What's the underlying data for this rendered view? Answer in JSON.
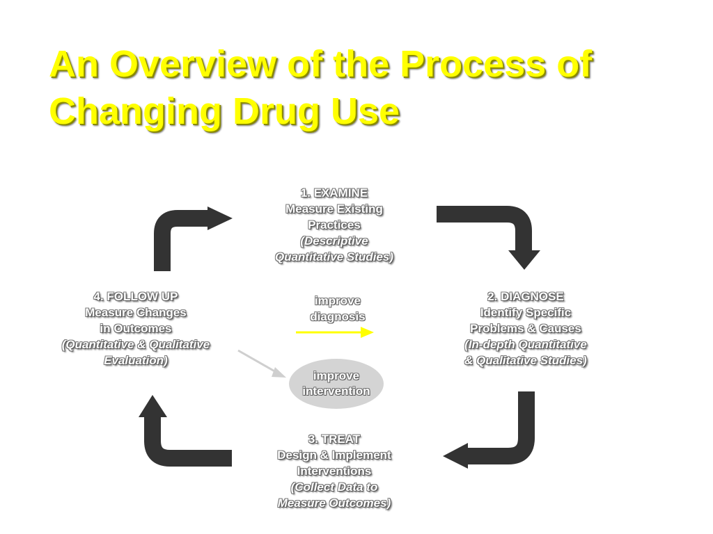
{
  "slide": {
    "title_lines": [
      "An Overview of the Process of",
      "Changing Drug Use"
    ]
  },
  "stages": {
    "examine": {
      "heading": "1. EXAMINE",
      "lines": [
        "Measure Existing",
        "Practices"
      ],
      "italic_lines": [
        "(Descriptive",
        "Quantitative Studies)"
      ]
    },
    "diagnose": {
      "heading": "2. DIAGNOSE",
      "lines": [
        "Identify Specific",
        "Problems & Causes"
      ],
      "italic_lines": [
        "(In-depth Quantitative",
        "& Qualitative Studies)"
      ]
    },
    "treat": {
      "heading": "3. TREAT",
      "lines": [
        "Design & Implement",
        "Interventions"
      ],
      "italic_lines": [
        "(Collect Data to",
        "Measure Outcomes)"
      ]
    },
    "followup": {
      "heading": "4. FOLLOW UP",
      "lines": [
        "Measure Changes",
        "in Outcomes"
      ],
      "italic_lines": [
        "(Quantitative & Qualitative",
        "Evaluation)"
      ]
    }
  },
  "feedback": {
    "improve_diagnosis": [
      "improve",
      "diagnosis"
    ],
    "improve_intervention": [
      "improve",
      "intervention"
    ]
  },
  "colors": {
    "title": "#ffff00",
    "cycle_arrow": "#333333",
    "diagnosis_arrow": "#ffff00",
    "intervention_arrow": "#cfcfcf",
    "intervention_ellipse": "#d4d4d4"
  }
}
